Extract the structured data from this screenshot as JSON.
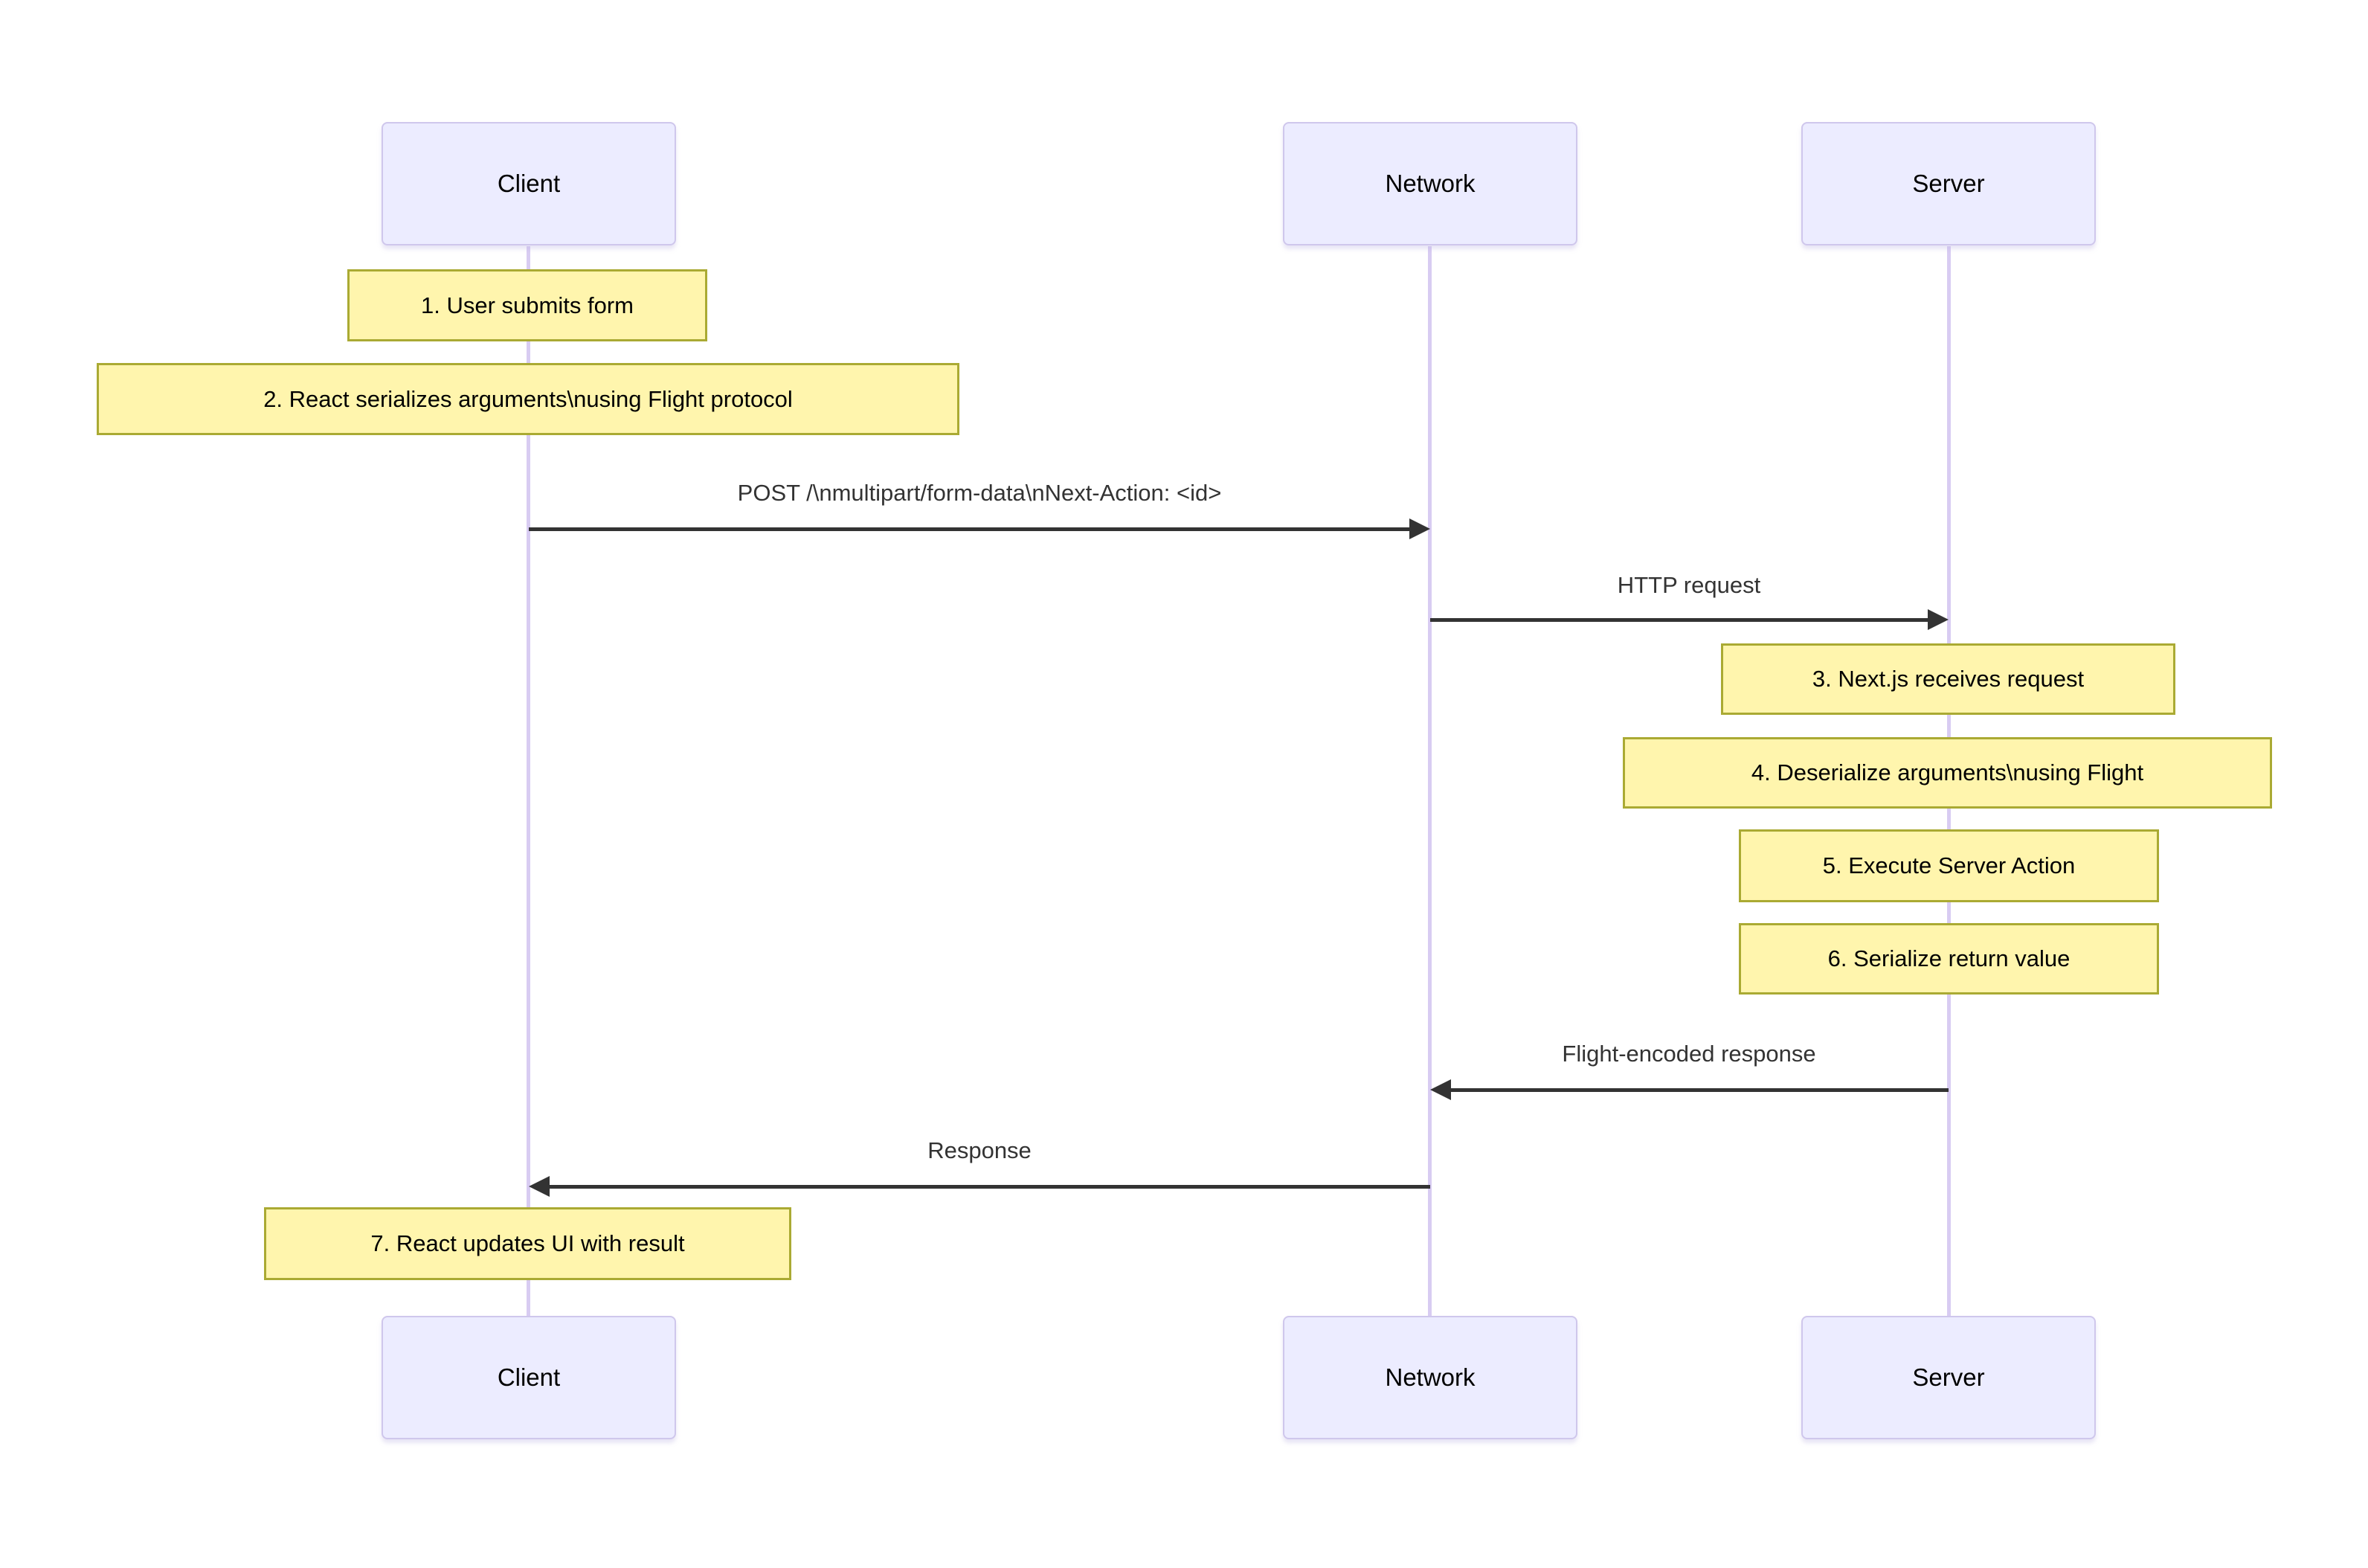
{
  "diagram": {
    "type": "sequence",
    "background": "#ffffff",
    "colors": {
      "actor_fill": "#ECECFF",
      "actor_border": "#CFC7EC",
      "lifeline": "#D8CCF2",
      "note_fill": "#FFF5AD",
      "note_border": "#AAAA33",
      "arrow": "#333333",
      "actor_text": "#000000",
      "note_text": "#000000",
      "message_text": "#333333"
    },
    "actors": [
      {
        "id": "client",
        "label": "Client"
      },
      {
        "id": "network",
        "label": "Network"
      },
      {
        "id": "server",
        "label": "Server"
      }
    ],
    "notes": [
      {
        "over": "client",
        "text": "1. User submits form"
      },
      {
        "over": "client",
        "text": "2. React serializes arguments\\nusing Flight protocol"
      },
      {
        "over": "server",
        "text": "3. Next.js receives request"
      },
      {
        "over": "server",
        "text": "4. Deserialize arguments\\nusing Flight"
      },
      {
        "over": "server",
        "text": "5. Execute Server Action"
      },
      {
        "over": "server",
        "text": "6. Serialize return value"
      },
      {
        "over": "client",
        "text": "7. React updates UI with result"
      }
    ],
    "messages": [
      {
        "from": "client",
        "to": "network",
        "direction": "right",
        "text": "POST /\\nmultipart/form-data\\nNext-Action: <id>"
      },
      {
        "from": "network",
        "to": "server",
        "direction": "right",
        "text": "HTTP request"
      },
      {
        "from": "server",
        "to": "network",
        "direction": "left",
        "text": "Flight-encoded response"
      },
      {
        "from": "network",
        "to": "client",
        "direction": "left",
        "text": "Response"
      }
    ]
  }
}
